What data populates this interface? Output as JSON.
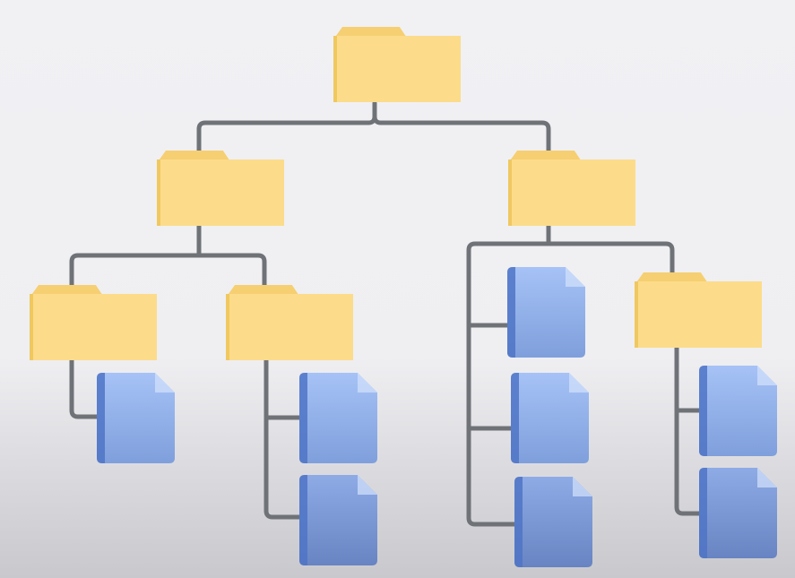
{
  "colors": {
    "folder": "#fcdc8a",
    "folder_tab": "#f6cf72",
    "folder_edge": "#f0c860",
    "file_top": "#a6c2f6",
    "file_bottom": "#6e8dce",
    "file_edge": "#4f74c6",
    "file_fold": "#d4e2fb",
    "connector": "#6f7378"
  },
  "tree": {
    "root": {
      "icon": "folder-icon",
      "children": [
        "folder-left",
        "folder-right"
      ]
    },
    "folder-left": {
      "icon": "folder-icon",
      "children": [
        "folder-left-a",
        "folder-left-b"
      ]
    },
    "folder-right": {
      "icon": "folder-icon",
      "children": [
        "file-right-1",
        "file-right-2",
        "file-right-3",
        "folder-right-a"
      ]
    },
    "folder-left-a": {
      "icon": "folder-icon",
      "children": [
        "file-left-a-1"
      ]
    },
    "folder-left-b": {
      "icon": "folder-icon",
      "children": [
        "file-left-b-1",
        "file-left-b-2"
      ]
    },
    "folder-right-a": {
      "icon": "folder-icon",
      "children": [
        "file-right-a-1",
        "file-right-a-2"
      ]
    },
    "file_icon": "file-icon"
  }
}
